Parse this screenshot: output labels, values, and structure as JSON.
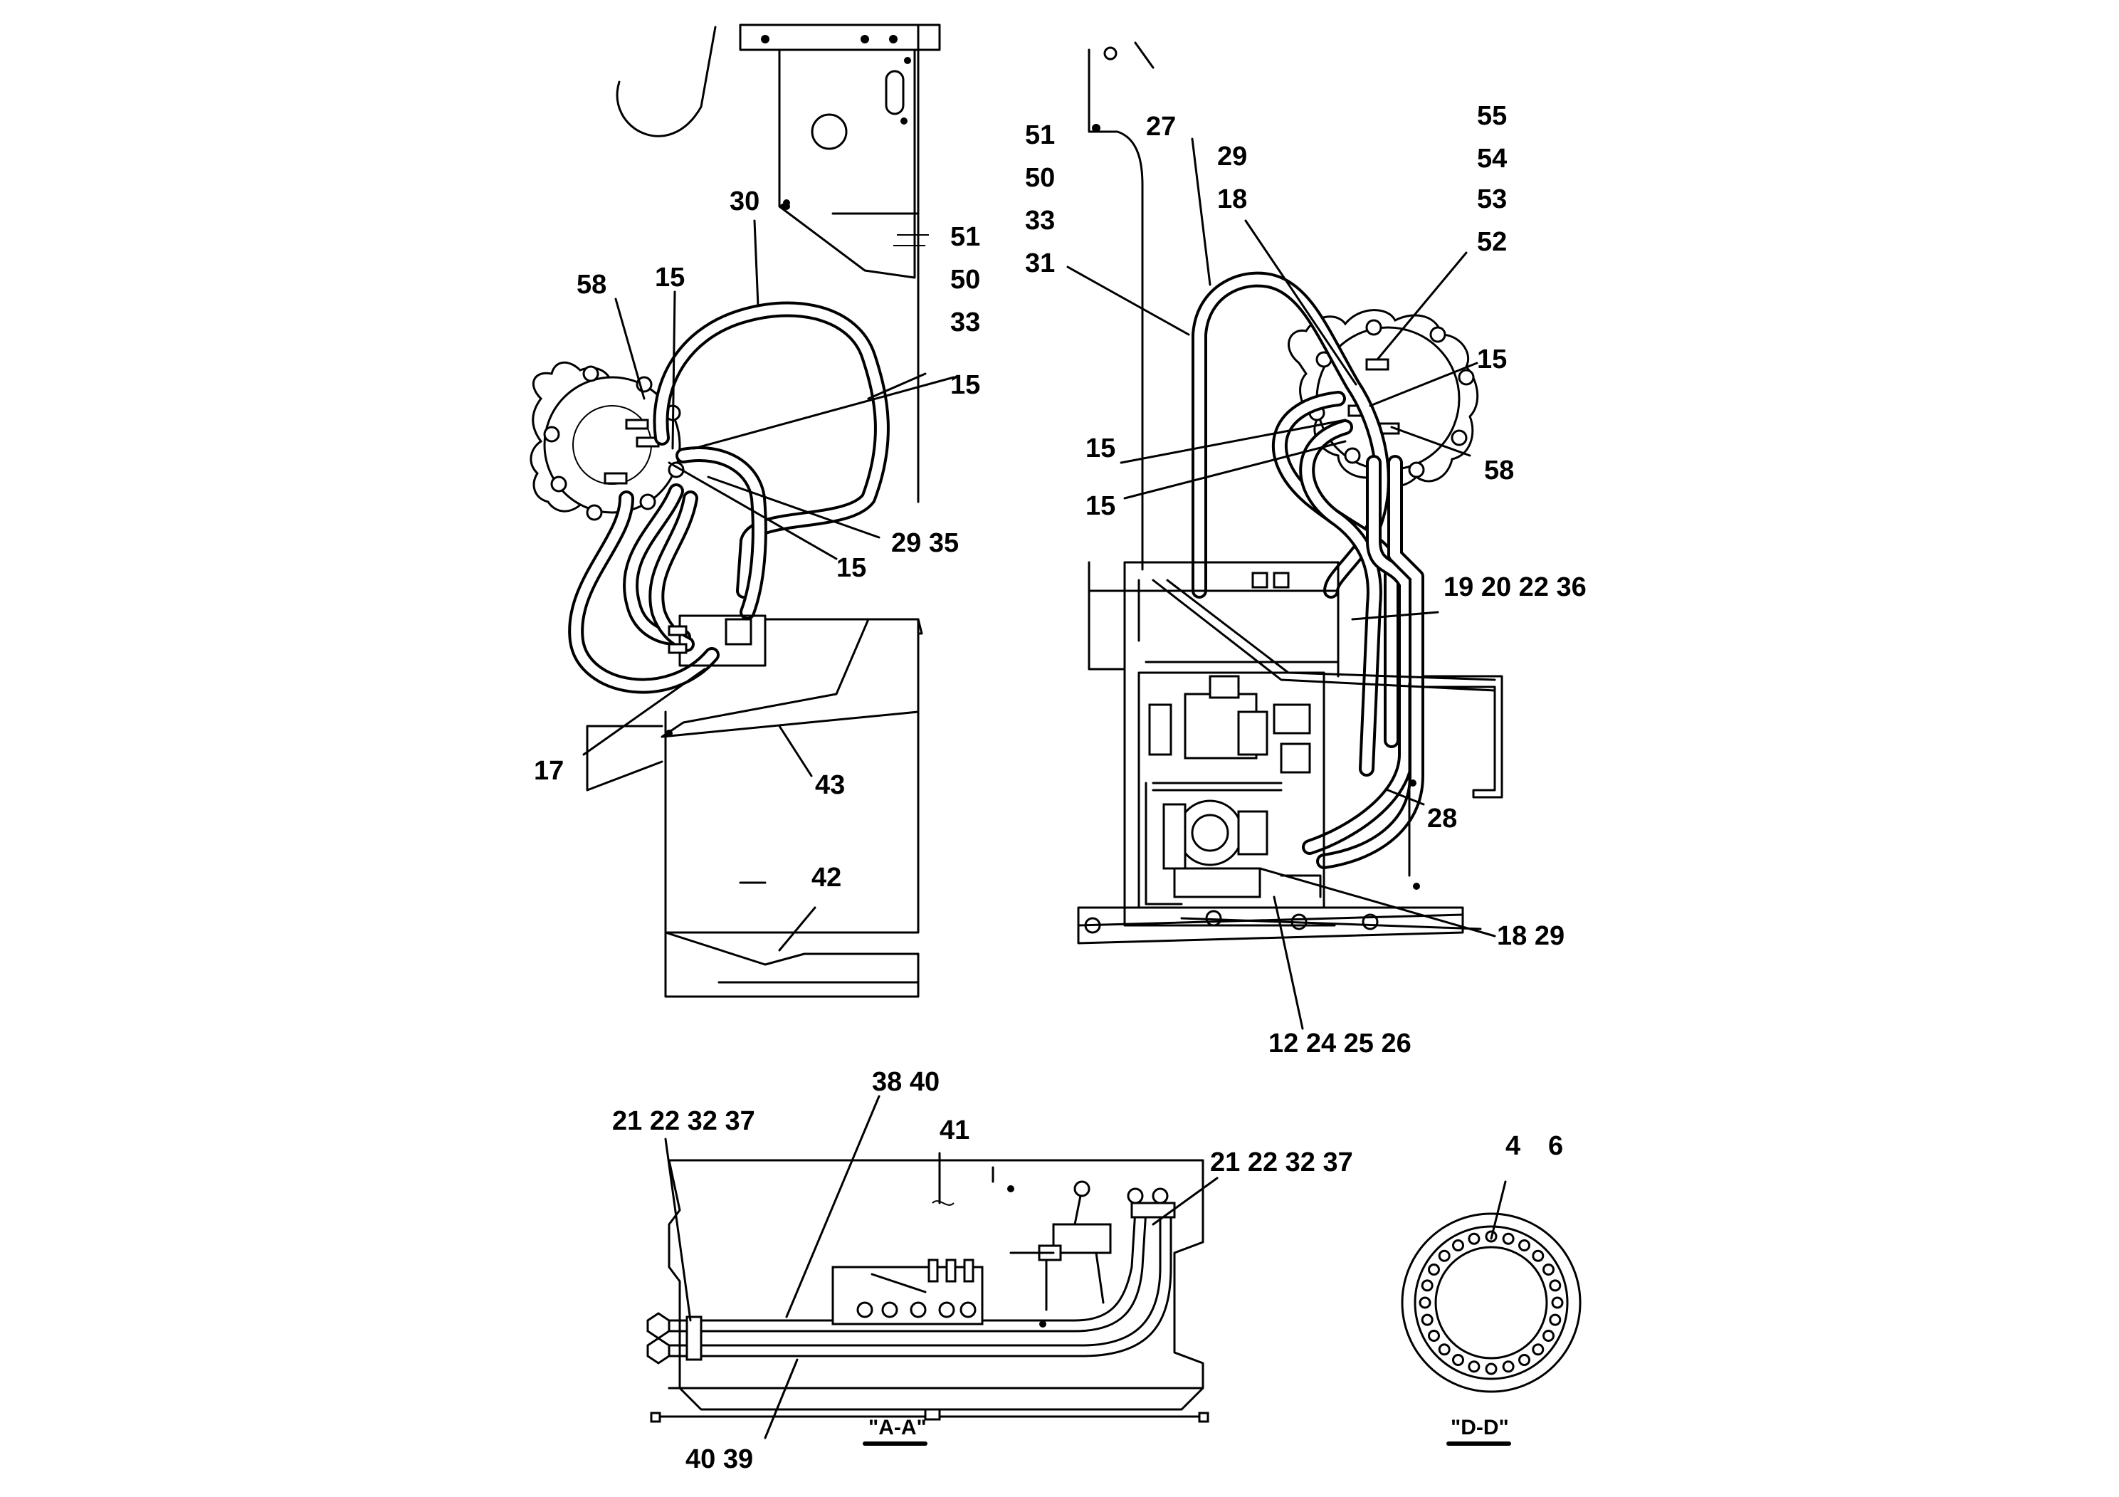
{
  "left_view": {
    "labels": [
      "30",
      "58",
      "15",
      "51",
      "50",
      "33",
      "15",
      "29 35",
      "15",
      "17",
      "43",
      "42"
    ]
  },
  "right_view": {
    "labels": [
      "51",
      "50",
      "33",
      "31",
      "27",
      "29",
      "18",
      "55",
      "54",
      "53",
      "52",
      "15",
      "15",
      "15",
      "58",
      "19 20 22 36",
      "28",
      "18 29",
      "12 24 25 26"
    ]
  },
  "section_aa": {
    "title": "\"A-A\"",
    "labels": [
      "21 22 32 37",
      "38 40",
      "41",
      "21 22 32 37",
      "40 39"
    ]
  },
  "section_dd": {
    "title": "\"D-D\"",
    "labels": [
      "4",
      "6"
    ]
  }
}
